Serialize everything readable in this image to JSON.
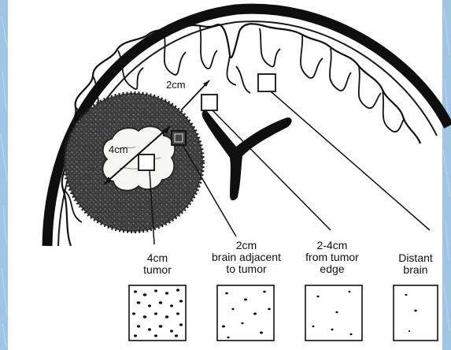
{
  "diagram": {
    "measure_2cm": "2cm",
    "measure_4cm": "4cm"
  },
  "labels": [
    {
      "line1": "4cm",
      "line2": "tumor",
      "line3": ""
    },
    {
      "line1": "2cm",
      "line2": "brain adjacent",
      "line3": "to tumor"
    },
    {
      "line1": "2-4cm",
      "line2": "from tumor",
      "line3": "edge"
    },
    {
      "line1": "Distant",
      "line2": "brain",
      "line3": ""
    }
  ],
  "samples": [
    {
      "name": "tumor-sample",
      "cell_density": "high"
    },
    {
      "name": "adjacent-sample",
      "cell_density": "medium"
    },
    {
      "name": "2-4cm-sample",
      "cell_density": "low"
    },
    {
      "name": "distant-sample",
      "cell_density": "very-low"
    }
  ],
  "colors": {
    "background": "#9fc4e4",
    "panel": "#ffffff",
    "ink": "#111111",
    "tumor_halo": "#2a2a2a"
  }
}
